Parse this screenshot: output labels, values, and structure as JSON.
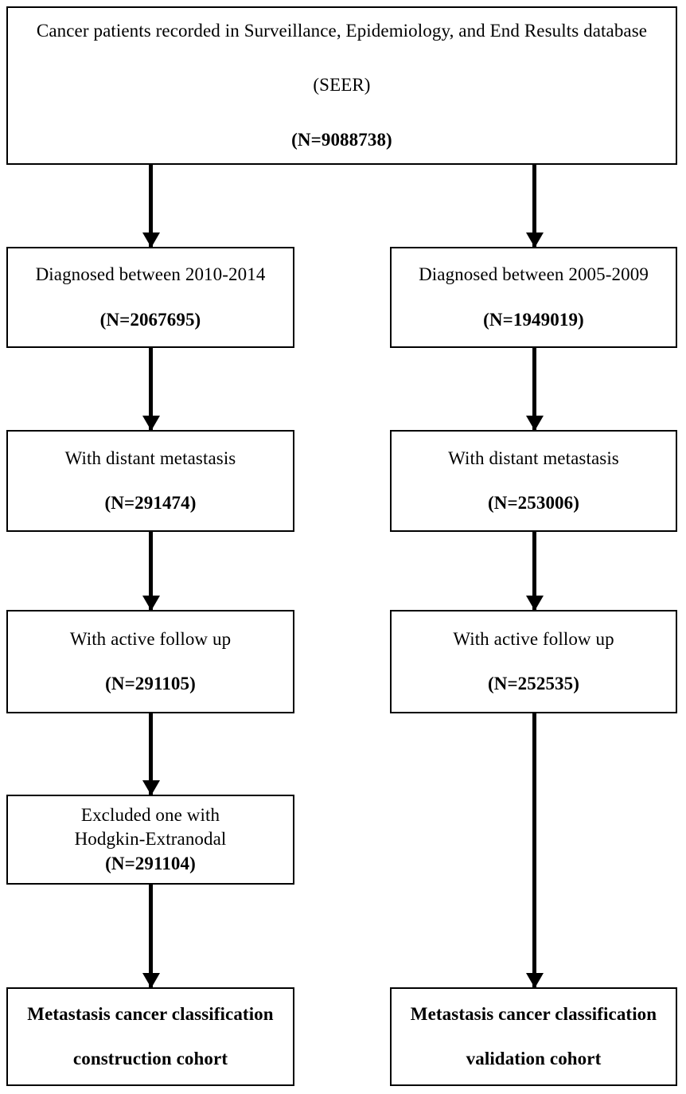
{
  "figure": {
    "type": "flowchart",
    "title": "SEER cohort selection flow diagram",
    "orientation": "top-down, two parallel branches"
  },
  "nodes": {
    "source": {
      "line1": "Cancer patients recorded in Surveillance, Epidemiology, and End Results database",
      "line2": "(SEER)",
      "count": "(N=9088738)"
    },
    "left": {
      "diagnosed": {
        "label": "Diagnosed between 2010-2014",
        "count": "(N=2067695)"
      },
      "metastasis": {
        "label": "With distant metastasis",
        "count": "(N=291474)"
      },
      "followup": {
        "label": "With active follow up",
        "count": "(N=291105)"
      },
      "excluded": {
        "line1": "Excluded one with",
        "line2": "Hodgkin-Extranodal",
        "count": "(N=291104)"
      },
      "cohort": {
        "line1": "Metastasis cancer classification",
        "line2": "construction cohort"
      }
    },
    "right": {
      "diagnosed": {
        "label": "Diagnosed between 2005-2009",
        "count": "(N=1949019)"
      },
      "metastasis": {
        "label": "With distant metastasis",
        "count": "(N=253006)"
      },
      "followup": {
        "label": "With active follow up",
        "count": "(N=252535)"
      },
      "cohort": {
        "line1": "Metastasis cancer classification",
        "line2": "validation cohort"
      }
    }
  },
  "colors": {
    "stroke": "#000000",
    "fill": "#ffffff",
    "text": "#000000"
  }
}
